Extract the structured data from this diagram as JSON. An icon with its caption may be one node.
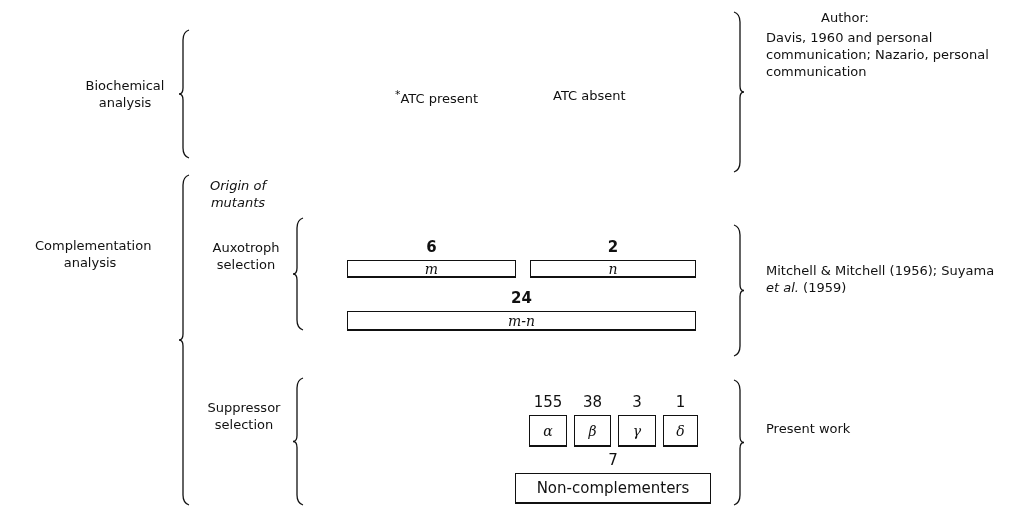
{
  "diagram": {
    "nodes": [
      {
        "text": [
          "m"
        ],
        "beside": [
          "6"
        ]
      },
      {
        "text": [
          "n"
        ],
        "beside": [
          "2"
        ]
      },
      {
        "text": [
          "m-n"
        ],
        "beside": [
          "24"
        ]
      },
      {
        "text": [
          "α"
        ],
        "beside": [
          "155"
        ]
      },
      {
        "text": [
          "β"
        ],
        "beside": [
          "38"
        ]
      },
      {
        "text": [
          "γ"
        ],
        "beside": [
          "3"
        ]
      },
      {
        "text": [
          "δ"
        ],
        "beside": [
          "1"
        ]
      },
      {
        "text": [
          "Non-complementers"
        ],
        "beside": [
          "7"
        ]
      }
    ],
    "labels": [
      "Biochemical analysis",
      "$^{*}$ATC present",
      "ATC absent",
      "Author:",
      "Davis, 1960 and personal communication; Nazario, personal communication",
      "Origin of mutants",
      "Complementation analysis",
      "Auxotroph selection",
      "Mitchell & Mitchell (1956); Suyama *et al.* (1959)",
      "Suppressor selection",
      "Present work"
    ]
  }
}
